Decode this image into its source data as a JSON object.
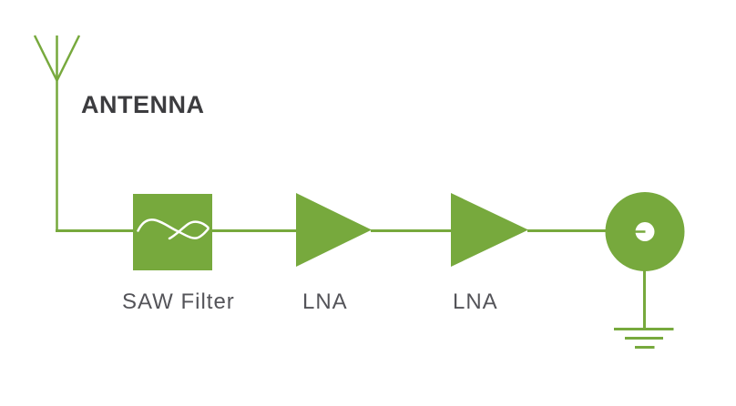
{
  "colors": {
    "accent_green": "#77A93D",
    "title_text": "#3C3C3F",
    "label_text": "#545459",
    "background": "#FFFFFF",
    "symbol_white": "#FFFFFF"
  },
  "diagram": {
    "type": "rf-front-end-block-diagram",
    "antenna": {
      "label": "ANTENNA",
      "icon": "antenna-icon"
    },
    "blocks": [
      {
        "id": "saw-filter",
        "label": "SAW Filter",
        "icon": "sine-wave-icon"
      },
      {
        "id": "lna-1",
        "label": "LNA",
        "icon": "amplifier-triangle-icon"
      },
      {
        "id": "lna-2",
        "label": "LNA",
        "icon": "amplifier-triangle-icon"
      },
      {
        "id": "rf-output",
        "label": "",
        "icon": "rf-connector-icon"
      },
      {
        "id": "ground",
        "label": "",
        "icon": "ground-icon"
      }
    ]
  }
}
